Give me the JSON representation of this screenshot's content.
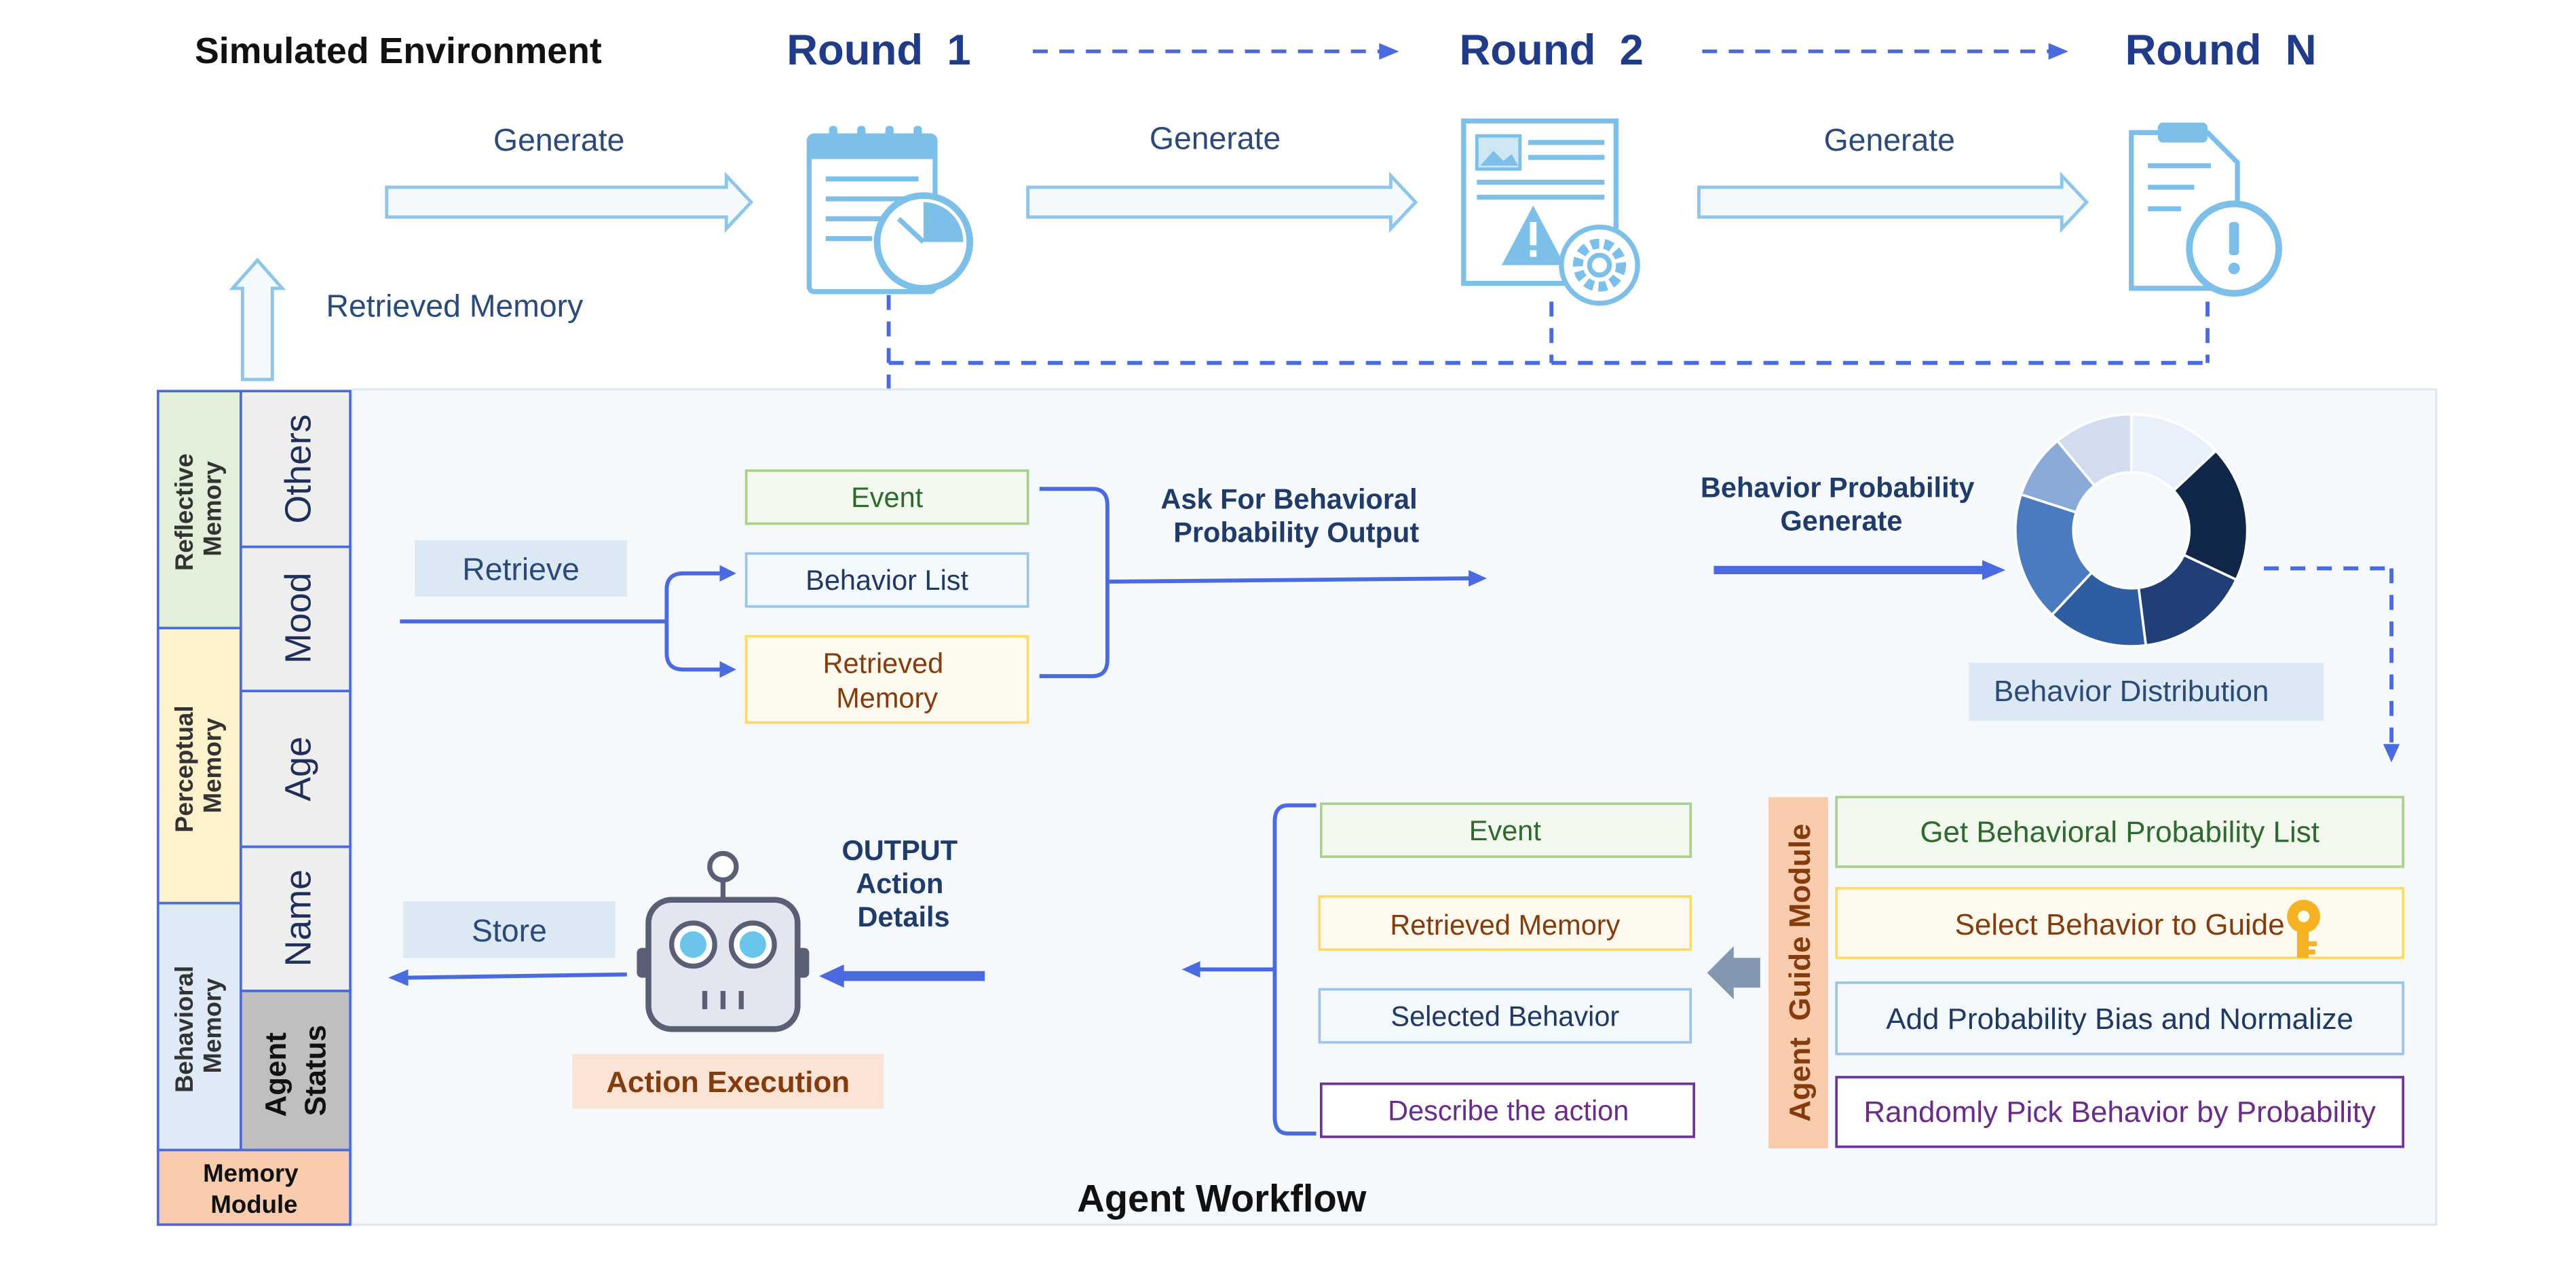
{
  "top": {
    "env_title": "Simulated Environment",
    "round1": "Round  1",
    "round2": "Round  2",
    "roundN": "Round  N",
    "generate_1": "Generate",
    "generate_2": "Generate",
    "generate_3": "Generate",
    "retrieved_memory": "Retrieved Memory"
  },
  "memory": {
    "reflective": "Reflective Memory",
    "perceptual": "Perceptual Memory",
    "behavioral": "Behavioral Memory",
    "others": "Others",
    "mood": "Mood",
    "age": "Age",
    "name": "Name",
    "agent_status": "Agent Status",
    "module_label": "Memory Module"
  },
  "workflow": {
    "title": "Agent Workflow",
    "retrieve": "Retrieve",
    "event": "Event",
    "behavior_list": "Behavior List",
    "retrieved_memory": "Retrieved Memory",
    "ask_label": "Ask For Behavioral Probability Output",
    "generate_label": "Behavior Probability Generate",
    "distribution": "Behavior Distribution",
    "store": "Store",
    "action_execution": "Action Execution",
    "output_label": "OUTPUT Action Details"
  },
  "lower_inputs": {
    "event": "Event",
    "retrieved_memory": "Retrieved Memory",
    "selected_behavior": "Selected Behavior",
    "describe": "Describe the action"
  },
  "guide": {
    "module_label": "Agent  Guide Module",
    "step1": "Get Behavioral Probability List",
    "step2": "Select Behavior to Guide",
    "step3": "Add Probability Bias and Normalize",
    "step4": "Randomly Pick Behavior by Probability"
  },
  "colors": {
    "primary_blue": "#4a6ae0",
    "dark_navy": "#1f3b8a",
    "light_icon": "#7cc0ea",
    "green": "#2d6a2d",
    "brown": "#8b4513",
    "purple": "#6a2c8a",
    "memory_orange": "#f5cba7"
  },
  "donut_segments": [
    {
      "value": 0.13,
      "color": "#e8f1fb"
    },
    {
      "value": 0.19,
      "color": "#10274a"
    },
    {
      "value": 0.16,
      "color": "#203f76"
    },
    {
      "value": 0.14,
      "color": "#2e5da2"
    },
    {
      "value": 0.18,
      "color": "#4a7bbf"
    },
    {
      "value": 0.09,
      "color": "#8aabd8"
    },
    {
      "value": 0.11,
      "color": "#d2dcee"
    }
  ]
}
